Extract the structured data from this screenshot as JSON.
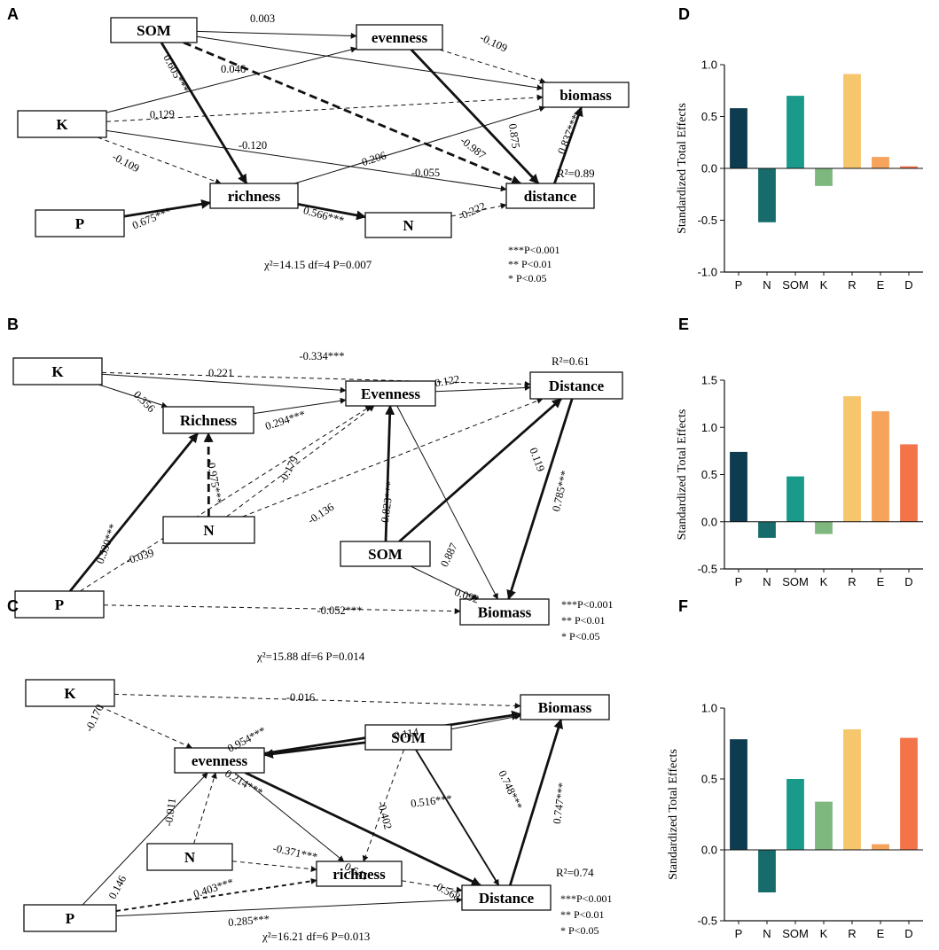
{
  "panels": [
    {
      "letter": "A",
      "nodes": [
        {
          "id": "SOM",
          "label": "SOM"
        },
        {
          "id": "evenness",
          "label": "evenness"
        },
        {
          "id": "biomass",
          "label": "biomass"
        },
        {
          "id": "K",
          "label": "K"
        },
        {
          "id": "richness",
          "label": "richness"
        },
        {
          "id": "P",
          "label": "P"
        },
        {
          "id": "N",
          "label": "N"
        },
        {
          "id": "distance",
          "label": "distance"
        }
      ],
      "edges": [
        {
          "from": "SOM",
          "to": "evenness",
          "coef": "0.003",
          "style": "solid",
          "weight": 1
        },
        {
          "from": "SOM",
          "to": "richness",
          "coef": "0.605***",
          "style": "solid",
          "weight": 3
        },
        {
          "from": "SOM",
          "to": "biomass",
          "coef": "0.046",
          "style": "solid",
          "weight": 1
        },
        {
          "from": "SOM",
          "to": "distance",
          "coef": "-0.987",
          "style": "dashed",
          "weight": 3
        },
        {
          "from": "K",
          "to": "evenness",
          "coef": "0.129",
          "style": "solid",
          "weight": 1
        },
        {
          "from": "K",
          "to": "biomass",
          "coef": "-0.120",
          "style": "dashed",
          "weight": 1
        },
        {
          "from": "K",
          "to": "distance",
          "coef": "-0.055",
          "style": "solid",
          "weight": 1
        },
        {
          "from": "K",
          "to": "richness",
          "coef": "-0.109",
          "style": "dashed",
          "weight": 1
        },
        {
          "from": "evenness",
          "to": "biomass",
          "coef": "-0.109",
          "style": "dashed",
          "weight": 1
        },
        {
          "from": "evenness",
          "to": "distance",
          "coef": "0.875",
          "style": "solid",
          "weight": 3
        },
        {
          "from": "richness",
          "to": "biomass",
          "coef": "0.206",
          "style": "solid",
          "weight": 1
        },
        {
          "from": "richness",
          "to": "N",
          "coef": "0.566***",
          "style": "solid",
          "weight": 3
        },
        {
          "from": "P",
          "to": "richness",
          "coef": "0.675***",
          "style": "solid",
          "weight": 3
        },
        {
          "from": "N",
          "to": "distance",
          "coef": "-0.222",
          "style": "dashed",
          "weight": 1
        },
        {
          "from": "distance",
          "to": "biomass",
          "coef": "0.837***",
          "style": "solid",
          "weight": 3
        }
      ],
      "r2": "R²=0.89",
      "fit": "χ²=14.15  df=4  P=0.007",
      "sig": [
        "***P<0.001",
        "** P<0.01",
        "* P<0.05"
      ]
    },
    {
      "letter": "B",
      "nodes": [
        {
          "id": "K",
          "label": "K"
        },
        {
          "id": "Richness",
          "label": "Richness"
        },
        {
          "id": "Evenness",
          "label": "Evenness"
        },
        {
          "id": "Distance",
          "label": "Distance"
        },
        {
          "id": "N",
          "label": "N"
        },
        {
          "id": "SOM",
          "label": "SOM"
        },
        {
          "id": "P",
          "label": "P"
        },
        {
          "id": "Biomass",
          "label": "Biomass"
        }
      ],
      "edges": [
        {
          "from": "K",
          "to": "Distance",
          "coef": "-0.334***",
          "style": "dashed",
          "weight": 1
        },
        {
          "from": "K",
          "to": "Evenness",
          "coef": "0.221",
          "style": "solid",
          "weight": 1
        },
        {
          "from": "K",
          "to": "Richness",
          "coef": "0.356",
          "style": "solid",
          "weight": 1
        },
        {
          "from": "Richness",
          "to": "Evenness",
          "coef": "0.294***",
          "style": "solid",
          "weight": 1
        },
        {
          "from": "Evenness",
          "to": "Distance",
          "coef": "0.122",
          "style": "solid",
          "weight": 1
        },
        {
          "from": "Evenness",
          "to": "Biomass",
          "coef": "0.119",
          "style": "solid",
          "weight": 1
        },
        {
          "from": "N",
          "to": "Richness",
          "coef": "-0.975***",
          "style": "dashed",
          "weight": 3
        },
        {
          "from": "N",
          "to": "Evenness",
          "coef": "-0.179",
          "style": "dashed",
          "weight": 1
        },
        {
          "from": "N",
          "to": "Distance",
          "coef": "-0.136",
          "style": "dashed",
          "weight": 1
        },
        {
          "from": "P",
          "to": "Richness",
          "coef": "0.530***",
          "style": "solid",
          "weight": 3
        },
        {
          "from": "P",
          "to": "Evenness",
          "coef": "-0.039",
          "style": "dashed",
          "weight": 1
        },
        {
          "from": "P",
          "to": "Biomass",
          "coef": "-0.052***",
          "style": "dashed",
          "weight": 1
        },
        {
          "from": "SOM",
          "to": "Evenness",
          "coef": "0.823***",
          "style": "solid",
          "weight": 3
        },
        {
          "from": "SOM",
          "to": "Distance",
          "coef": "0.887",
          "style": "solid",
          "weight": 3
        },
        {
          "from": "SOM",
          "to": "Biomass",
          "coef": "0.092",
          "style": "solid",
          "weight": 1
        },
        {
          "from": "Distance",
          "to": "Biomass",
          "coef": "0.785***",
          "style": "solid",
          "weight": 3
        }
      ],
      "r2": "R²=0.61",
      "fit": "χ²=15.88  df=6  P=0.014",
      "sig": [
        "***P<0.001",
        "** P<0.01",
        "* P<0.05"
      ]
    },
    {
      "letter": "C",
      "nodes": [
        {
          "id": "K",
          "label": "K"
        },
        {
          "id": "Biomass",
          "label": "Biomass"
        },
        {
          "id": "SOM",
          "label": "SOM"
        },
        {
          "id": "evenness",
          "label": "evenness"
        },
        {
          "id": "N",
          "label": "N"
        },
        {
          "id": "richness",
          "label": "richness"
        },
        {
          "id": "P",
          "label": "P"
        },
        {
          "id": "Distance",
          "label": "Distance"
        }
      ],
      "edges": [
        {
          "from": "K",
          "to": "Biomass",
          "coef": "-0.016",
          "style": "dashed",
          "weight": 1
        },
        {
          "from": "K",
          "to": "evenness",
          "coef": "-0.170",
          "style": "dashed",
          "weight": 1
        },
        {
          "from": "SOM",
          "to": "evenness",
          "coef": "0.954***",
          "style": "solid",
          "weight": 3
        },
        {
          "from": "SOM",
          "to": "Biomass",
          "coef": "0.114",
          "style": "solid",
          "weight": 1
        },
        {
          "from": "SOM",
          "to": "richness",
          "coef": "-0.402",
          "style": "dashed",
          "weight": 1
        },
        {
          "from": "SOM",
          "to": "Distance",
          "coef": "0.516***",
          "style": "solid",
          "weight": 2
        },
        {
          "from": "evenness",
          "to": "Biomass",
          "coef": "0.748***",
          "style": "solid",
          "weight": 3
        },
        {
          "from": "evenness",
          "to": "richness",
          "coef": "0.214***",
          "style": "solid",
          "weight": 1
        },
        {
          "from": "evenness",
          "to": "Distance",
          "coef": "0.641",
          "style": "solid",
          "weight": 3
        },
        {
          "from": "N",
          "to": "evenness",
          "coef": "-0.011",
          "style": "dashed",
          "weight": 1
        },
        {
          "from": "N",
          "to": "richness",
          "coef": "-0.371***",
          "style": "dashed",
          "weight": 1
        },
        {
          "from": "P",
          "to": "evenness",
          "coef": "0.146",
          "style": "solid",
          "weight": 1
        },
        {
          "from": "P",
          "to": "richness",
          "coef": "0.403***",
          "style": "dashed",
          "weight": 2
        },
        {
          "from": "P",
          "to": "Distance",
          "coef": "0.285***",
          "style": "solid",
          "weight": 1
        },
        {
          "from": "richness",
          "to": "Distance",
          "coef": "-0.568",
          "style": "dashed",
          "weight": 1
        },
        {
          "from": "Distance",
          "to": "Biomass",
          "coef": "0.747***",
          "style": "solid",
          "weight": 3
        }
      ],
      "r2": "R²=0.74",
      "fit": "χ²=16.21  df=6  P=0.013",
      "sig": [
        "***P<0.001",
        "** P<0.01",
        "* P<0.05"
      ]
    }
  ],
  "chart_data": [
    {
      "letter": "D",
      "type": "bar",
      "ylabel": "Standardized Total Effects",
      "categories": [
        "P",
        "N",
        "SOM",
        "K",
        "R",
        "E",
        "D"
      ],
      "values": [
        0.58,
        -0.52,
        0.7,
        -0.17,
        0.91,
        0.11,
        0.02
      ],
      "ylim": [
        -1.0,
        1.0
      ],
      "yticks": [
        "-1.0",
        "-0.5",
        "0.0",
        "0.5",
        "1.0"
      ],
      "ytick_values": [
        -1.0,
        -0.5,
        0.0,
        0.5,
        1.0
      ]
    },
    {
      "letter": "E",
      "type": "bar",
      "ylabel": "Standardized Total Effects",
      "categories": [
        "P",
        "N",
        "SOM",
        "K",
        "R",
        "E",
        "D"
      ],
      "values": [
        0.74,
        -0.17,
        0.48,
        -0.13,
        1.33,
        1.17,
        0.82
      ],
      "ylim": [
        -0.5,
        1.5
      ],
      "yticks": [
        "-0.5",
        "0.0",
        "0.5",
        "1.0",
        "1.5"
      ],
      "ytick_values": [
        -0.5,
        0.0,
        0.5,
        1.0,
        1.5
      ]
    },
    {
      "letter": "F",
      "type": "bar",
      "ylabel": "Standardized Total Effects",
      "categories": [
        "P",
        "N",
        "SOM",
        "K",
        "R",
        "E",
        "D"
      ],
      "values": [
        0.78,
        -0.3,
        0.5,
        0.34,
        0.85,
        0.04,
        0.79
      ],
      "ylim": [
        -0.5,
        1.0
      ],
      "yticks": [
        "-0.5",
        "0.0",
        "0.5",
        "1.0"
      ],
      "ytick_values": [
        -0.5,
        0.0,
        0.5,
        1.0
      ]
    }
  ],
  "colors": {
    "P": "#0d3b4f",
    "N": "#176b6b",
    "SOM": "#1a9a8a",
    "K": "#7fb87f",
    "R": "#f5c66b",
    "E": "#f6a35c",
    "D": "#f4744a"
  }
}
